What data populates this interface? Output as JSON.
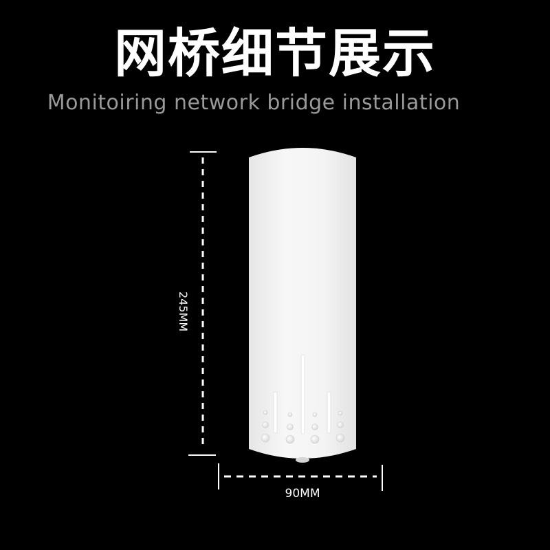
{
  "header": {
    "title": "网桥细节展示",
    "subtitle": "Monitoiring network bridge installation"
  },
  "product": {
    "name": "network-bridge-device",
    "body_color": "#f2f2f2",
    "indicator_color": "#ffffff"
  },
  "dimensions": {
    "height_label": "245MM",
    "width_label": "90MM",
    "line_color": "#ffffff"
  },
  "colors": {
    "background": "#000000",
    "title": "#ffffff",
    "subtitle": "#9a9a9a"
  }
}
